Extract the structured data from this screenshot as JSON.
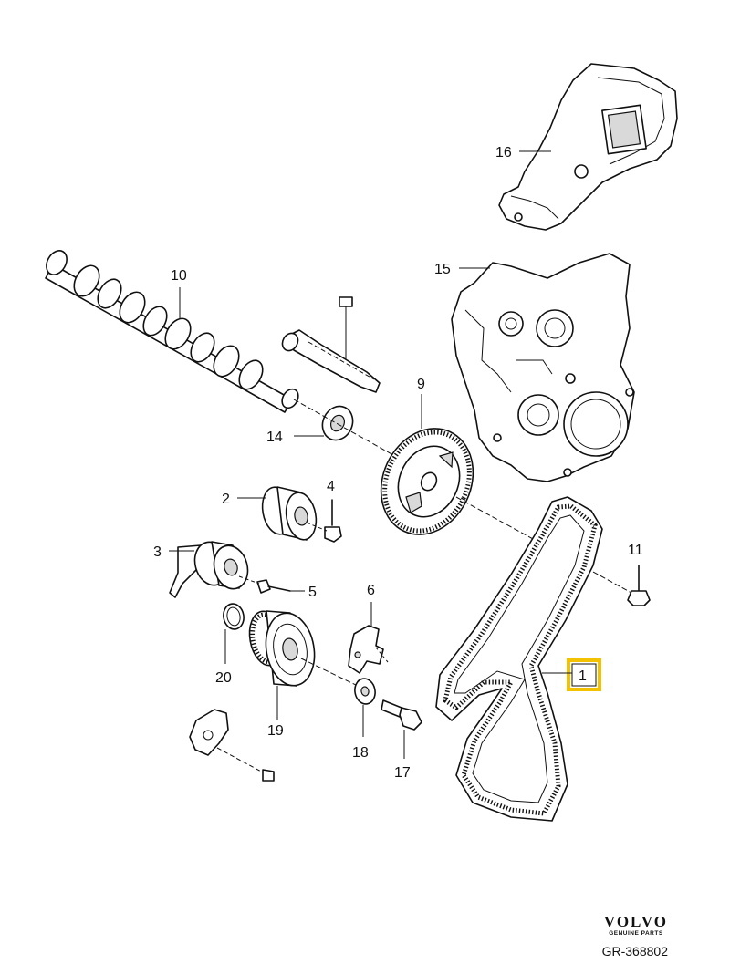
{
  "callouts": {
    "p1": "1",
    "p2": "2",
    "p3": "3",
    "p4": "4",
    "p5": "5",
    "p6": "6",
    "p9": "9",
    "p10": "10",
    "p11": "11",
    "p14": "14",
    "p15": "15",
    "p16": "16",
    "p17": "17",
    "p18": "18",
    "p19": "19",
    "p20": "20"
  },
  "highlight_color": "#f2c200",
  "brand": {
    "name": "VOLVO",
    "tagline": "GENUINE PARTS"
  },
  "reference_code": "GR-368802"
}
